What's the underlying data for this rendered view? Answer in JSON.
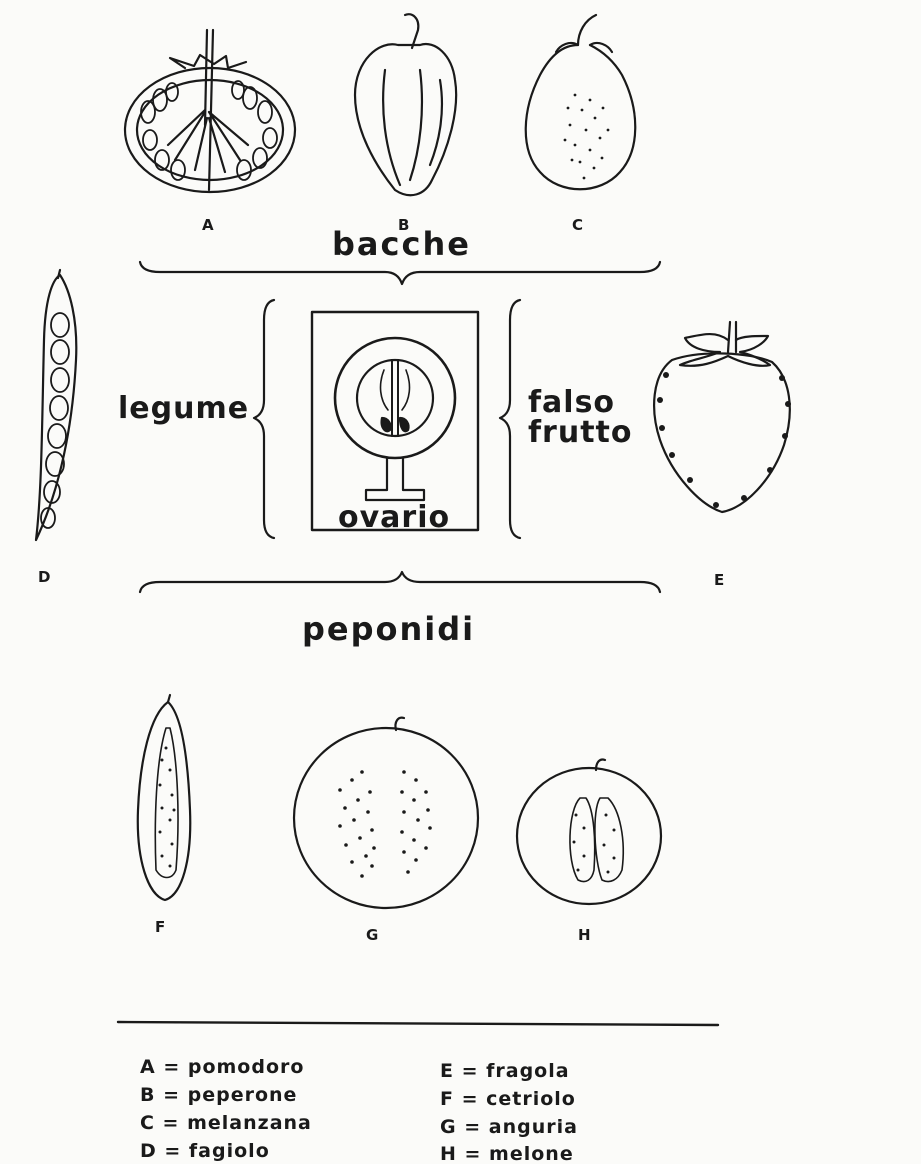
{
  "group_labels": {
    "bacche": "bacche",
    "peponidi": "peponidi",
    "legume": "legume",
    "falso_line1": "falso",
    "falso_line2": "frutto",
    "ovario": "ovario"
  },
  "figures": [
    {
      "letter": "A",
      "icon": "tomato-section-icon"
    },
    {
      "letter": "B",
      "icon": "pepper-icon"
    },
    {
      "letter": "C",
      "icon": "eggplant-section-icon"
    },
    {
      "letter": "D",
      "icon": "bean-pod-icon"
    },
    {
      "letter": "E",
      "icon": "strawberry-icon"
    },
    {
      "letter": "F",
      "icon": "cucumber-section-icon"
    },
    {
      "letter": "G",
      "icon": "watermelon-section-icon"
    },
    {
      "letter": "H",
      "icon": "melon-section-icon"
    }
  ],
  "legend_left": [
    "A = pomodoro",
    "B = peperone",
    "C = melanzana",
    "D = fagiolo"
  ],
  "legend_right": [
    "E = fragola",
    "F = cetriolo",
    "G = anguria",
    "H = melone"
  ]
}
